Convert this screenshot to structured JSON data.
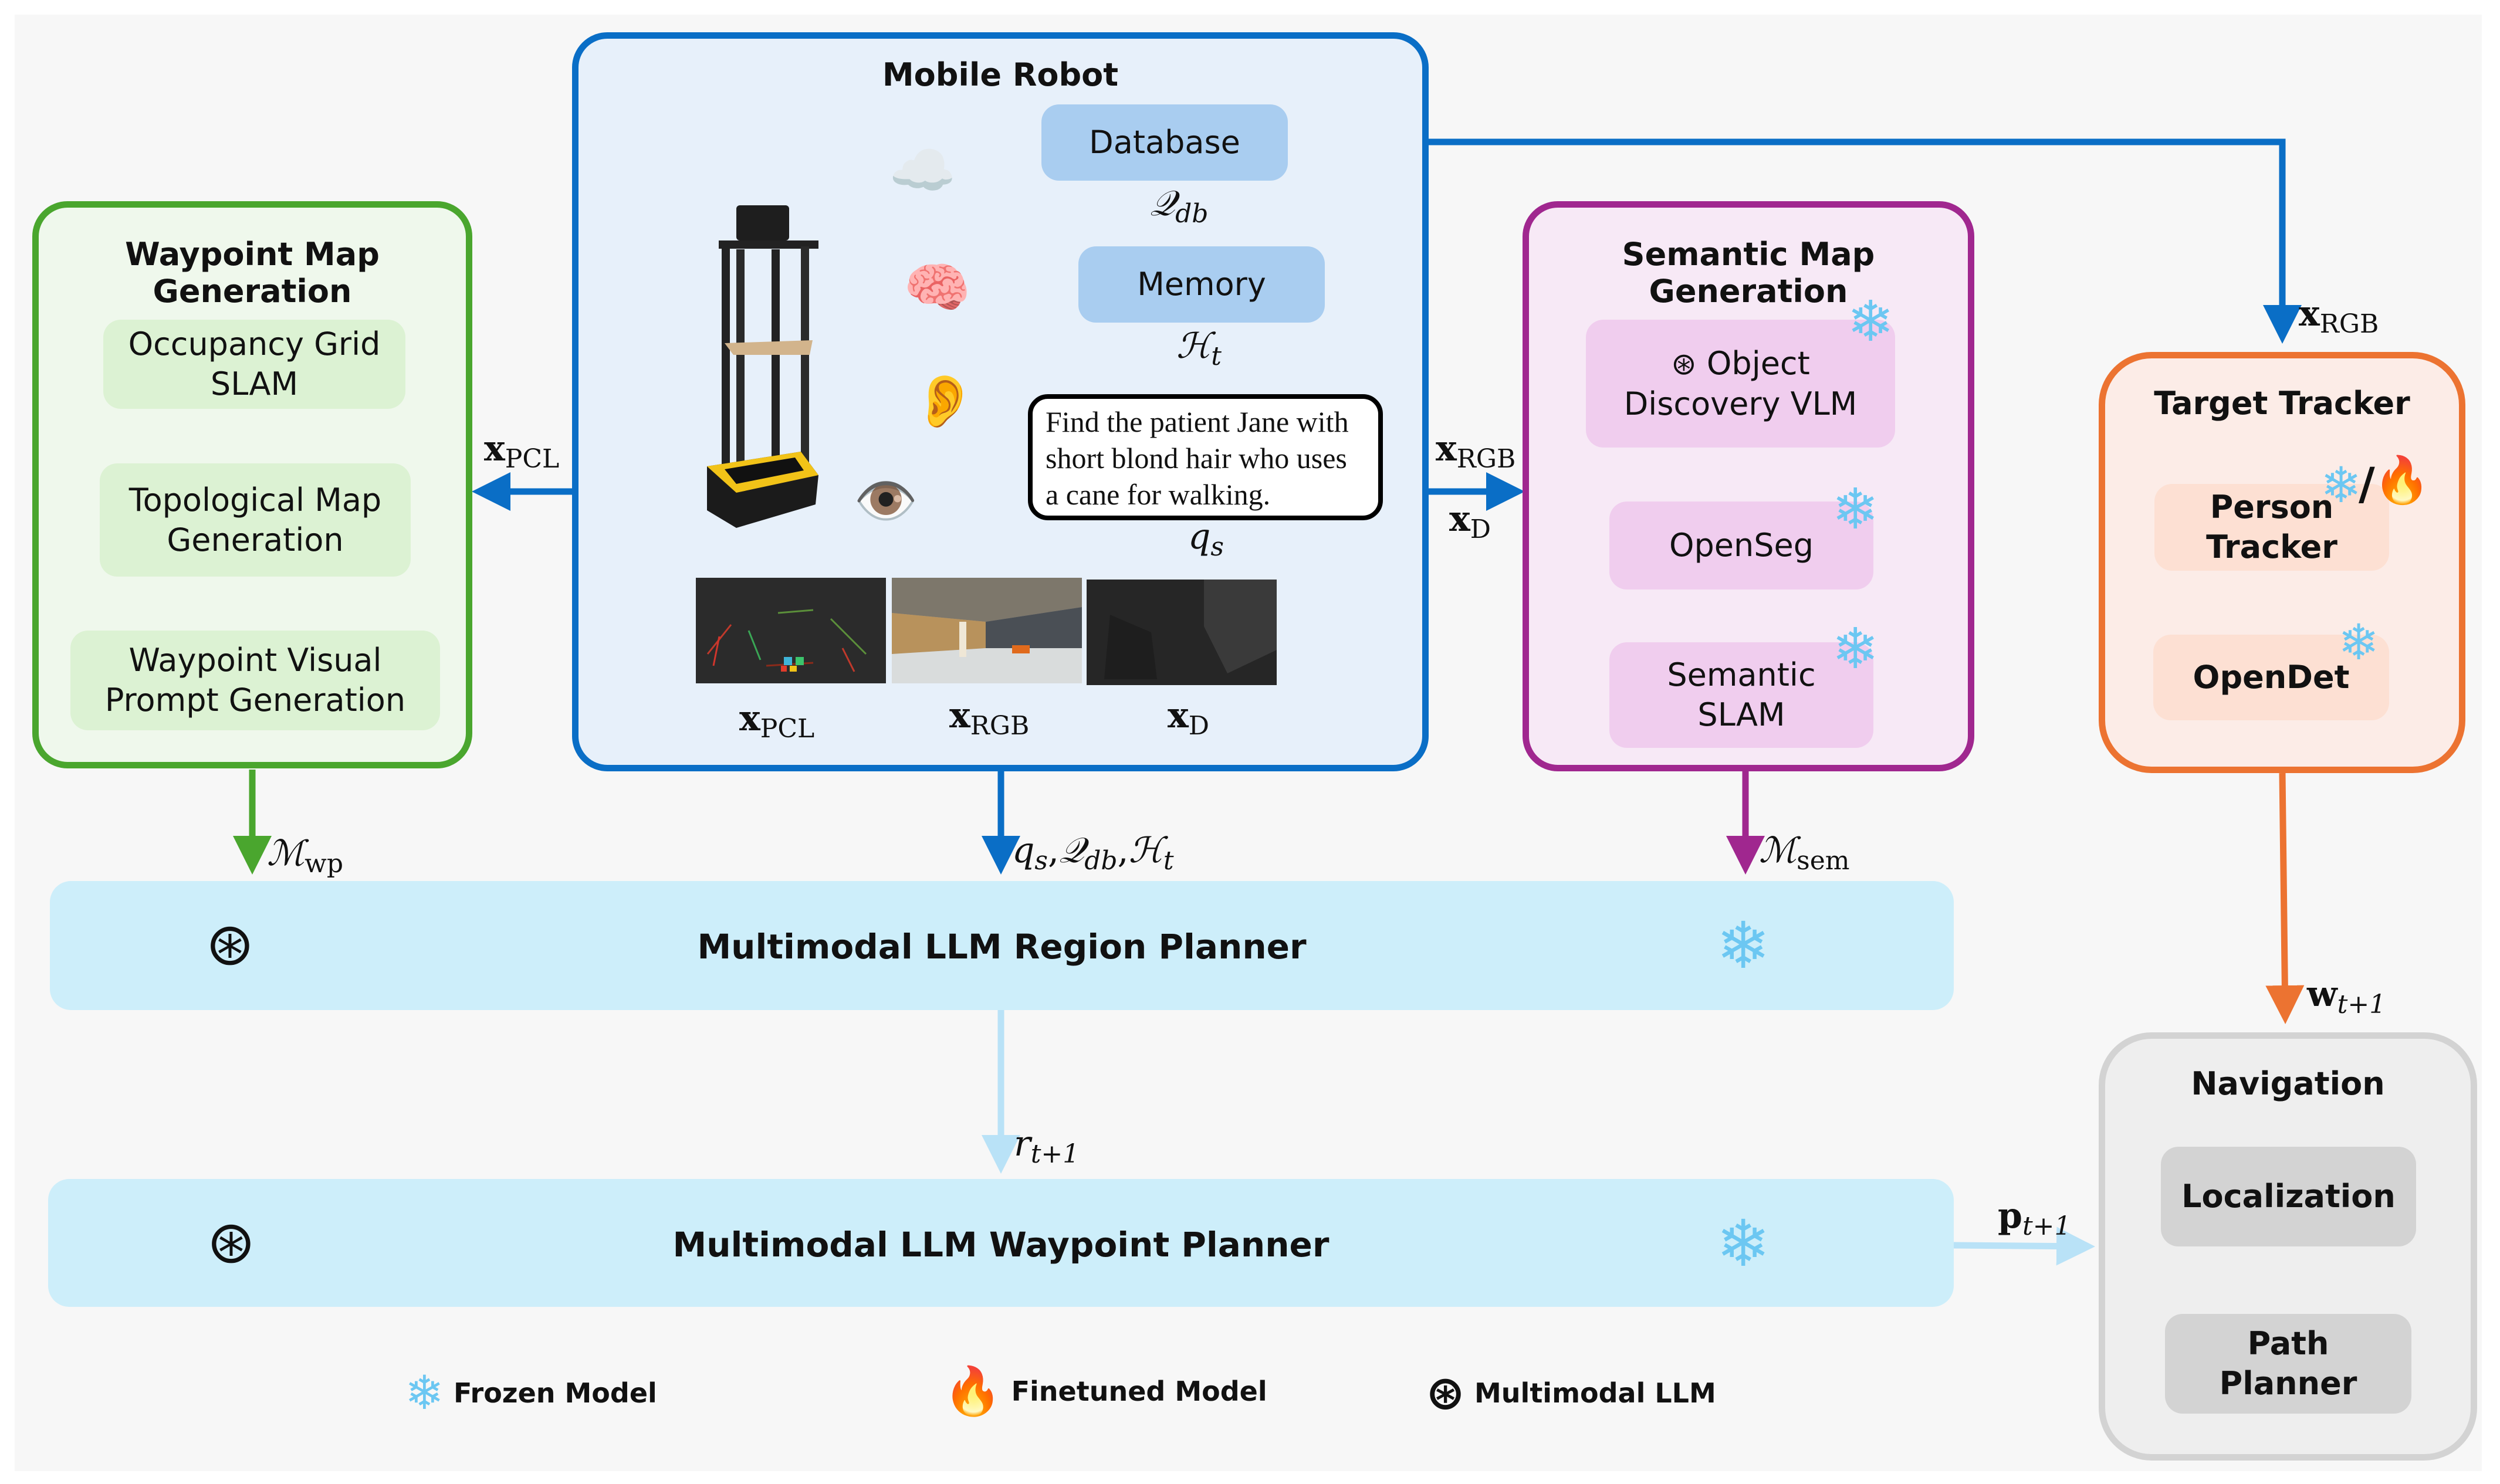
{
  "colors": {
    "canvas_bg": "#f7f7f7",
    "robot_border": "#0a6ec6",
    "robot_bg": "#e7f0fa",
    "robot_sub_bg": "#a9cdf0",
    "waypoint_border": "#4aa62e",
    "waypoint_bg": "#eff8ec",
    "waypoint_sub_bg": "#dcf2d3",
    "waypoint_arrow": "#a6dc94",
    "semantic_border": "#a0278f",
    "semantic_bg": "#f7e9f6",
    "semantic_sub_bg": "#f0cdee",
    "semantic_arrow": "#efc2eb",
    "tracker_border": "#ec7331",
    "tracker_bg": "#fcece7",
    "tracker_sub_bg": "#fde0d3",
    "tracker_arrow": "#f2c2a8",
    "nav_border": "#d3d3d3",
    "nav_bg": "#eeeeee",
    "nav_sub_bg": "#d3d3d3",
    "planner_bg": "#cdeefa",
    "planner_arrow": "#b9e2f7",
    "frozen_icon": "#6cc7f2"
  },
  "mobile_robot": {
    "title": "Mobile Robot",
    "database": {
      "label": "Database",
      "symbol": "𝒬",
      "symbol_sub": "db"
    },
    "memory": {
      "label": "Memory",
      "symbol": "ℋ",
      "symbol_sub": "t"
    },
    "query": {
      "lines": [
        "Find the patient Jane with",
        "short blond hair who uses",
        "a cane for walking."
      ],
      "symbol": "q",
      "symbol_sub": "s"
    },
    "icons": [
      "cloud-icon",
      "brain-icon",
      "ear-icon",
      "eye-icon"
    ],
    "observations": [
      {
        "name": "x",
        "sub": "PCL"
      },
      {
        "name": "x",
        "sub": "RGB"
      },
      {
        "name": "x",
        "sub": "D"
      }
    ]
  },
  "waypoint_map": {
    "title": "Waypoint Map Generation",
    "steps": [
      [
        "Occupancy Grid",
        "SLAM"
      ],
      [
        "Topological Map",
        "Generation"
      ],
      [
        "Waypoint Visual",
        "Prompt Generation"
      ]
    ],
    "input": {
      "name": "x",
      "sub": "PCL"
    },
    "output": {
      "name": "ℳ",
      "sub": "wp"
    }
  },
  "semantic_map": {
    "title": "Semantic Map Generation",
    "steps": [
      [
        "Object",
        "Discovery VLM"
      ],
      [
        "OpenSeg"
      ],
      [
        "Semantic",
        "SLAM"
      ]
    ],
    "inputs": [
      {
        "name": "x",
        "sub": "RGB"
      },
      {
        "name": "x",
        "sub": "D"
      }
    ],
    "output": {
      "name": "ℳ",
      "sub": "sem"
    }
  },
  "target_tracker": {
    "title": "Target Tracker",
    "steps": [
      [
        "Person",
        "Tracker"
      ],
      [
        "OpenDet"
      ]
    ],
    "status_separator": "/",
    "input": {
      "name": "x",
      "sub": "RGB"
    },
    "output": {
      "name": "w",
      "sub": "t+1"
    }
  },
  "navigation": {
    "title": "Navigation",
    "steps": [
      [
        "Localization"
      ],
      [
        "Path",
        "Planner"
      ]
    ],
    "input": {
      "name": "p",
      "sub": "t+1"
    }
  },
  "region_planner": {
    "label": "Multimodal LLM Region Planner",
    "inputs_label": {
      "q": "q",
      "q_sub": "s",
      "db": "𝒬",
      "db_sub": "db",
      "h": "ℋ",
      "h_sub": "t"
    },
    "output": {
      "name": "r",
      "sub": "t+1"
    }
  },
  "waypoint_planner": {
    "label": "Multimodal LLM Waypoint Planner"
  },
  "legend": [
    {
      "icon": "snowflake-icon",
      "label": "Frozen Model"
    },
    {
      "icon": "flame-icon",
      "label": "Finetuned Model"
    },
    {
      "icon": "openai-logo-icon",
      "label": "Multimodal LLM"
    }
  ]
}
